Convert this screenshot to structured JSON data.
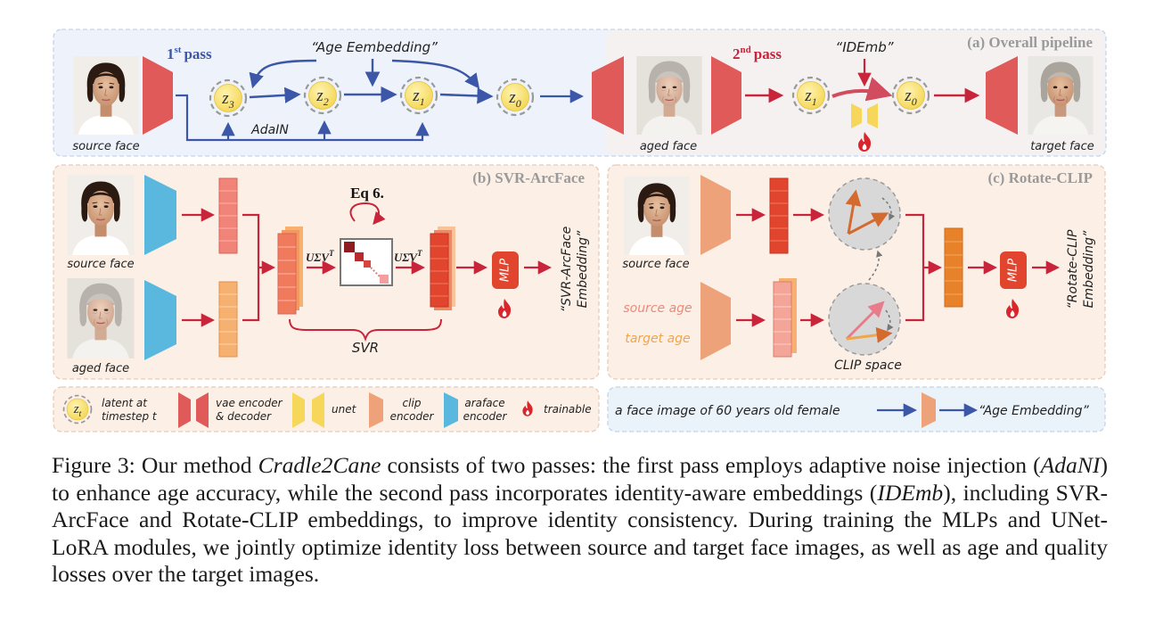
{
  "panel_a": {
    "title": "(a) Overall pipeline",
    "first_pass": "pass",
    "first_pass_sup": "st",
    "first_pass_num": "1",
    "second_pass": "pass",
    "second_pass_sup": "nd",
    "second_pass_num": "2",
    "age_embedding_label": "“Age Eembedding”",
    "idemb_label": "“IDEmb”",
    "adain_label": "AdaIN",
    "source_face_label": "source face",
    "aged_face_label": "aged face",
    "target_face_label": "target face",
    "z3": "3",
    "z2": "2",
    "z1": "1",
    "z0": "0",
    "z1b": "1",
    "z0b": "0",
    "z_letter": "z"
  },
  "panel_b": {
    "title": "(b) SVR-ArcFace",
    "source_face_label": "source face",
    "aged_face_label": "aged face",
    "eq_label": "Eq 6.",
    "usv_label": "UΣV",
    "usv_sup": "T",
    "ushv_label": "UΣ̂V",
    "ushv_sup": "T",
    "svr_label": "SVR",
    "mlp_label": "MLP",
    "out_line1": "“SVR-ArcFace",
    "out_line2": "Embedding”"
  },
  "panel_c": {
    "title": "(c) Rotate-CLIP",
    "source_face_label": "source face",
    "source_age_label": "source age",
    "target_age_label": "target age",
    "clip_space_label": "CLIP space",
    "mlp_label": "MLP",
    "out_line1": "“Rotate-CLIP",
    "out_line2": "Embedding”"
  },
  "legend": {
    "latent_line1": "latent at",
    "latent_line2": "timestep t",
    "latent_symbol": "z",
    "latent_sub": "t",
    "vae_line1": "vae encoder",
    "vae_line2": "& decoder",
    "unet": "unet",
    "clip_line1": "clip",
    "clip_line2": "encoder",
    "arc_line1": "araface",
    "arc_line2": "encoder",
    "trainable": "trainable"
  },
  "prompt_box": {
    "prompt": "a face image of 60 years old female",
    "result": "“Age Embedding”"
  },
  "caption": {
    "p1": "Figure 3: Our method ",
    "p2": "Cradle2Cane",
    "p3": " consists of two passes: the first pass employs adaptive noise injection (",
    "p4": "AdaNI",
    "p5": ") to enhance age accuracy, while the second pass incorporates identity-aware embeddings (",
    "p6": "IDEmb",
    "p7": "), including SVR-ArcFace and Rotate-CLIP embeddings, to improve identity consistency. During training the MLPs and UNet-LoRA modules, we jointly optimize identity loss between source and target face images, as well as age and quality losses over the target images."
  },
  "colors": {
    "vae": "#e05a5a",
    "arc": "#5ab8df",
    "clip": "#eea27a",
    "unet": "#f7d75a",
    "pass1": "#3c56a8",
    "pass2": "#c8243a",
    "panel_a_bg": "#eef3fb",
    "panel_bc_bg": "#fcefe6",
    "prompt_bg": "#eaf3fa",
    "latent": "#f9e27a"
  }
}
